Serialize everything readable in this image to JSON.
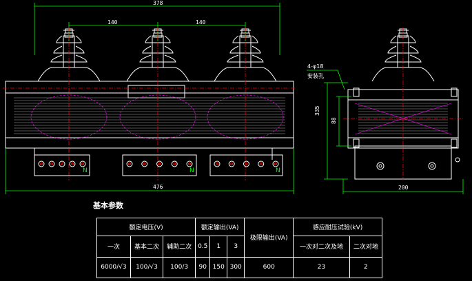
{
  "drawing": {
    "dimensions": {
      "overall_top": "378",
      "spacing_left": "140",
      "spacing_right": "140",
      "bottom_width": "476",
      "side_bottom_width": "200",
      "side_height": "335",
      "side_inner": "88",
      "hole_note_line1": "4-φ18",
      "hole_note_line2": "安装孔"
    },
    "terminal_label": "N"
  },
  "params": {
    "title": "基本参数",
    "header_rated_voltage": "额定电压(V)",
    "header_rated_output": "额定输出(VA)",
    "header_limit_output": "极限输出(VA)",
    "header_test_voltage": "感应耐压试验(kV)",
    "col_primary": "一次",
    "col_basic_secondary": "基本二次",
    "col_aux_secondary": "辅助二次",
    "col_out_1": "0.5",
    "col_out_2": "1",
    "col_out_3": "3",
    "col_test_1": "一次对二次及地",
    "col_test_2": "二次对地",
    "val_primary": "6000/√3",
    "val_basic_secondary": "100/√3",
    "val_aux_secondary": "100/3",
    "val_out_1": "90",
    "val_out_2": "150",
    "val_out_3": "300",
    "val_limit": "600",
    "val_test_1": "23",
    "val_test_2": "2"
  }
}
